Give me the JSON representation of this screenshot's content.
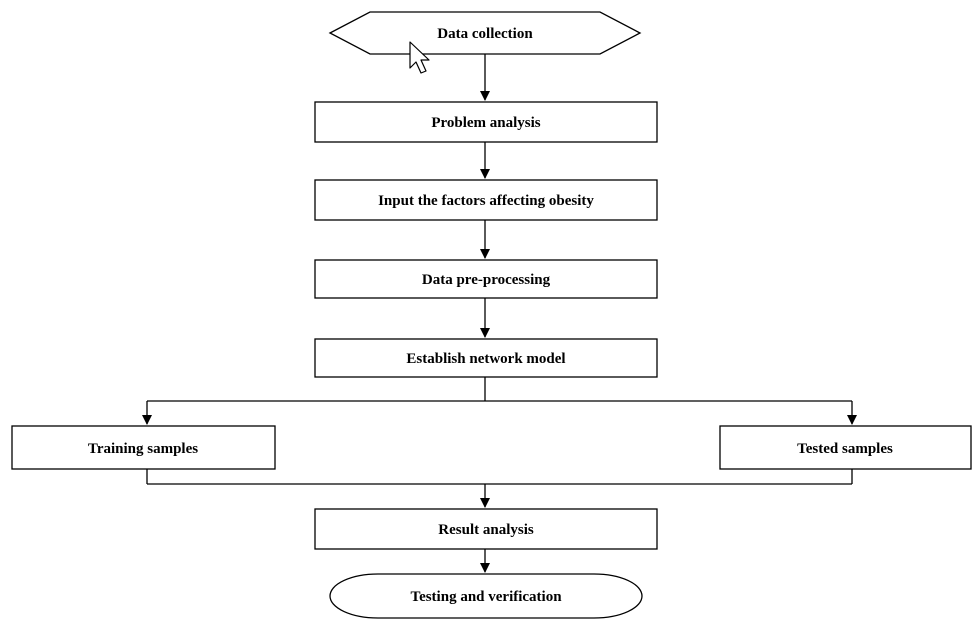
{
  "flowchart": {
    "start": "Data collection",
    "steps": [
      "Problem analysis",
      "Input the factors affecting obesity",
      "Data pre-processing",
      "Establish network model"
    ],
    "branch_left": "Training samples",
    "branch_right": "Tested samples",
    "result": "Result analysis",
    "end": "Testing and verification"
  },
  "cursor": "mouse-pointer-icon",
  "colors": {
    "stroke": "#000000",
    "fill": "#ffffff",
    "text": "#000000"
  }
}
